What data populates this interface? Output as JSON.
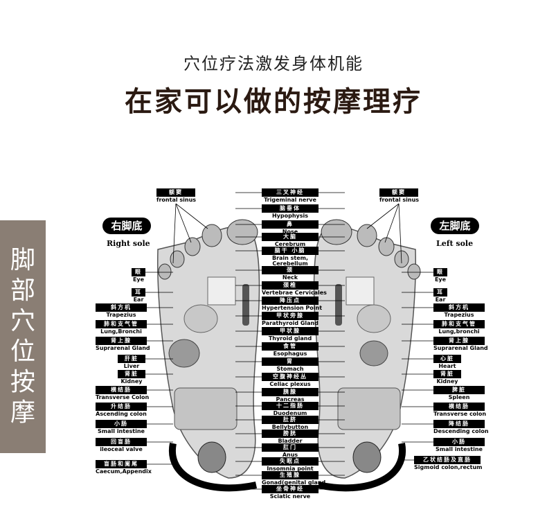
{
  "header": {
    "subtitle": "穴位疗法激发身体机能",
    "title": "在家可以做的按摩理疗"
  },
  "side_tab": {
    "chars": [
      "脚",
      "部",
      "穴",
      "位",
      "按",
      "摩"
    ]
  },
  "soles": {
    "right": {
      "label_cn": "右脚底",
      "label_en": "Right sole"
    },
    "left": {
      "label_cn": "左脚底",
      "label_en": "Left sole"
    }
  },
  "center_labels": [
    {
      "cn": "三叉神经",
      "en": "Trigeminal nerve"
    },
    {
      "cn": "脑垂体",
      "en": "Hypophysis"
    },
    {
      "cn": "鼻",
      "en": "Nose"
    },
    {
      "cn": "大脑",
      "en": "Cerebrum"
    },
    {
      "cn": "脑干 小脑",
      "en": "Brain stem,\nCerebellum"
    },
    {
      "cn": "颈",
      "en": "Neck"
    },
    {
      "cn": "颈椎",
      "en": "Vertebrae Cervicales"
    },
    {
      "cn": "降压点",
      "en": "Hypertension Point"
    },
    {
      "cn": "甲状旁腺",
      "en": "Parathyroid Gland"
    },
    {
      "cn": "甲状腺",
      "en": "Thyroid gland"
    },
    {
      "cn": "食管",
      "en": "Esophagus"
    },
    {
      "cn": "胃",
      "en": "Stomach"
    },
    {
      "cn": "空腹神经丛",
      "en": "Celiac plexus"
    },
    {
      "cn": "胰腺",
      "en": "Pancreas"
    },
    {
      "cn": "十二指肠",
      "en": "Duodenum"
    },
    {
      "cn": "肚脐",
      "en": "Bellybutton"
    },
    {
      "cn": "膀胱",
      "en": "Bladder"
    },
    {
      "cn": "肛门",
      "en": "Anus"
    },
    {
      "cn": "失眠点",
      "en": "Insomnia point"
    },
    {
      "cn": "生殖腺",
      "en": "Gonad(genital gland"
    },
    {
      "cn": "坐骨神经",
      "en": "Sciatic nerve"
    }
  ],
  "right_sole_labels": [
    {
      "cn": "额窦",
      "en": "frontal sinus"
    },
    {
      "cn": "眼",
      "en": "Eye"
    },
    {
      "cn": "耳",
      "en": "Ear"
    },
    {
      "cn": "斜方机",
      "en": "Trapezius"
    },
    {
      "cn": "肺和支气管",
      "en": "Lung,Bronchi"
    },
    {
      "cn": "肾上腺",
      "en": "Suprarenal Gland"
    },
    {
      "cn": "肝脏",
      "en": "Liver"
    },
    {
      "cn": "肾脏",
      "en": "Kidney"
    },
    {
      "cn": "横结肠",
      "en": "Transverse Colon"
    },
    {
      "cn": "升结肠",
      "en": "Ascending colon"
    },
    {
      "cn": "小肠",
      "en": "Small intestine"
    },
    {
      "cn": "回盲肠",
      "en": "ileoceal valve"
    },
    {
      "cn": "盲肠和阑尾",
      "en": "Caecum,Appendix"
    }
  ],
  "left_sole_labels": [
    {
      "cn": "额窦",
      "en": "frontal sinus"
    },
    {
      "cn": "眼",
      "en": "Eye"
    },
    {
      "cn": "耳",
      "en": "Ear"
    },
    {
      "cn": "斜方机",
      "en": "Trapezius"
    },
    {
      "cn": "肺和支气管",
      "en": "Lung,bronchi"
    },
    {
      "cn": "肾上腺",
      "en": "Suprarenal Gland"
    },
    {
      "cn": "心脏",
      "en": "Heart"
    },
    {
      "cn": "肾脏",
      "en": "Kidney"
    },
    {
      "cn": "脾脏",
      "en": "Spleen"
    },
    {
      "cn": "横结肠",
      "en": "Transverse colon"
    },
    {
      "cn": "降结肠",
      "en": "Descending colon"
    },
    {
      "cn": "小肠",
      "en": "Small intestine"
    },
    {
      "cn": "乙状结肠及直肠",
      "en": "Sigmoid colon,rectum"
    }
  ],
  "colors": {
    "title": "#2b1a12",
    "tab_bg": "#8a7e74",
    "label_bg": "#000000",
    "foot_fill": "#d9d9d9"
  }
}
